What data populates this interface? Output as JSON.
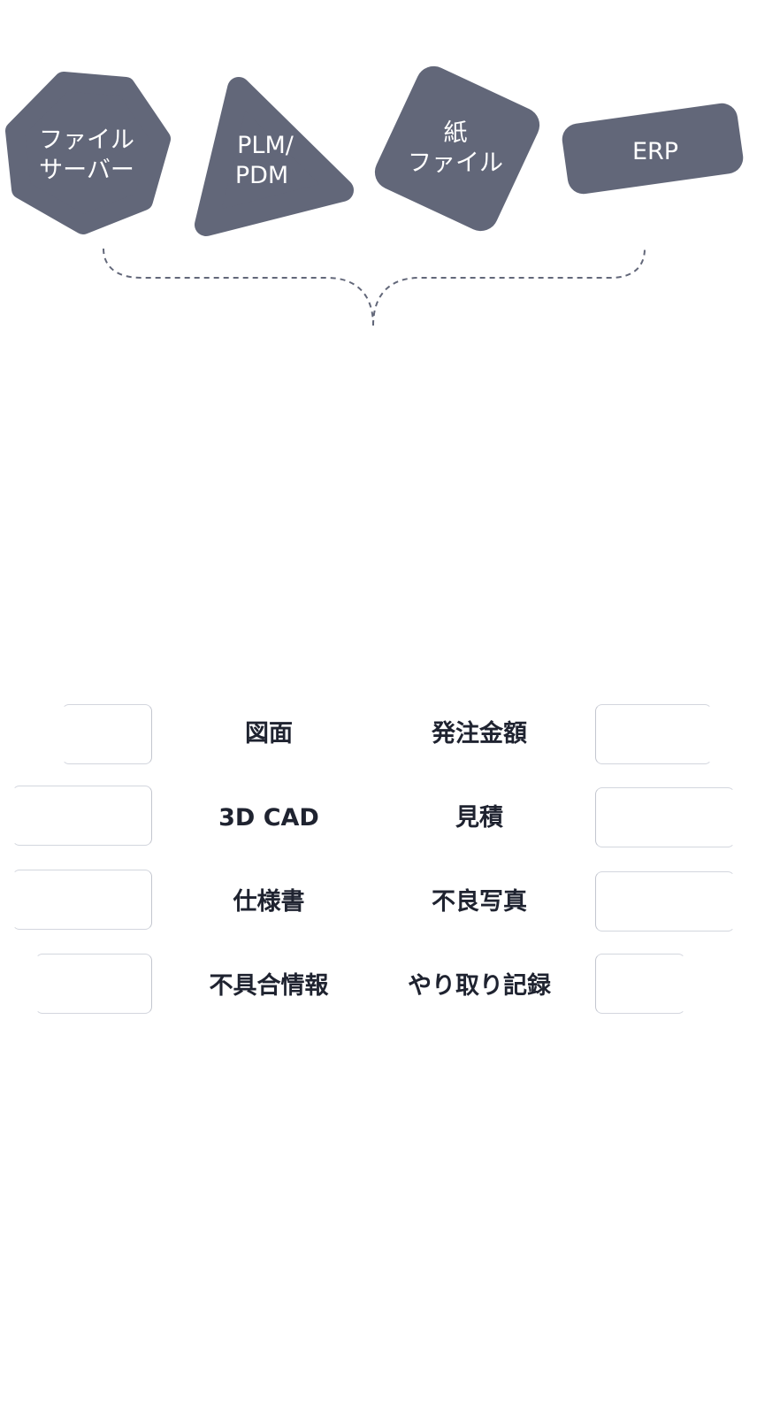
{
  "colors": {
    "shape_fill": "#626779",
    "shape_text": "#ffffff",
    "connector": "#626779",
    "label_text": "#1f2330",
    "box_border": "#d3d6de"
  },
  "sources": [
    {
      "id": "file-server",
      "lines": [
        "ファイル",
        "サーバー"
      ]
    },
    {
      "id": "plm-pdm",
      "lines": [
        "PLM/",
        "PDM"
      ]
    },
    {
      "id": "paper-file",
      "lines": [
        "紙",
        "ファイル"
      ]
    },
    {
      "id": "erp",
      "lines": [
        "ERP"
      ]
    }
  ],
  "data_items": {
    "left": [
      "図面",
      "3D CAD",
      "仕様書",
      "不具合情報"
    ],
    "right": [
      "発注金額",
      "見積",
      "不良写真",
      "やり取り記録"
    ]
  }
}
